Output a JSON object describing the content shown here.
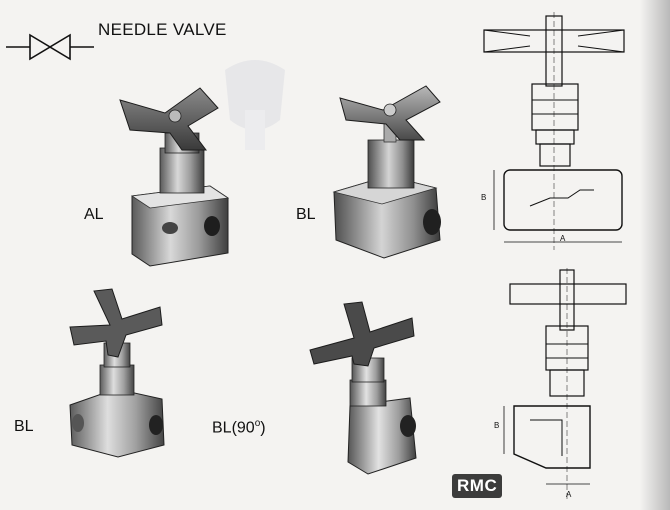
{
  "header": {
    "title": "NEEDLE VALVE"
  },
  "products": [
    {
      "label": "AL"
    },
    {
      "label": "BL"
    },
    {
      "label": "BL"
    },
    {
      "label": "BL(90",
      "degree_sup": "o",
      "close": ")"
    }
  ],
  "drawings": {
    "top": {
      "dim_a": "A",
      "dim_b": "B"
    },
    "bottom": {
      "dim_a": "A",
      "dim_b": "B"
    }
  },
  "brand": {
    "stamp": "RMC"
  }
}
